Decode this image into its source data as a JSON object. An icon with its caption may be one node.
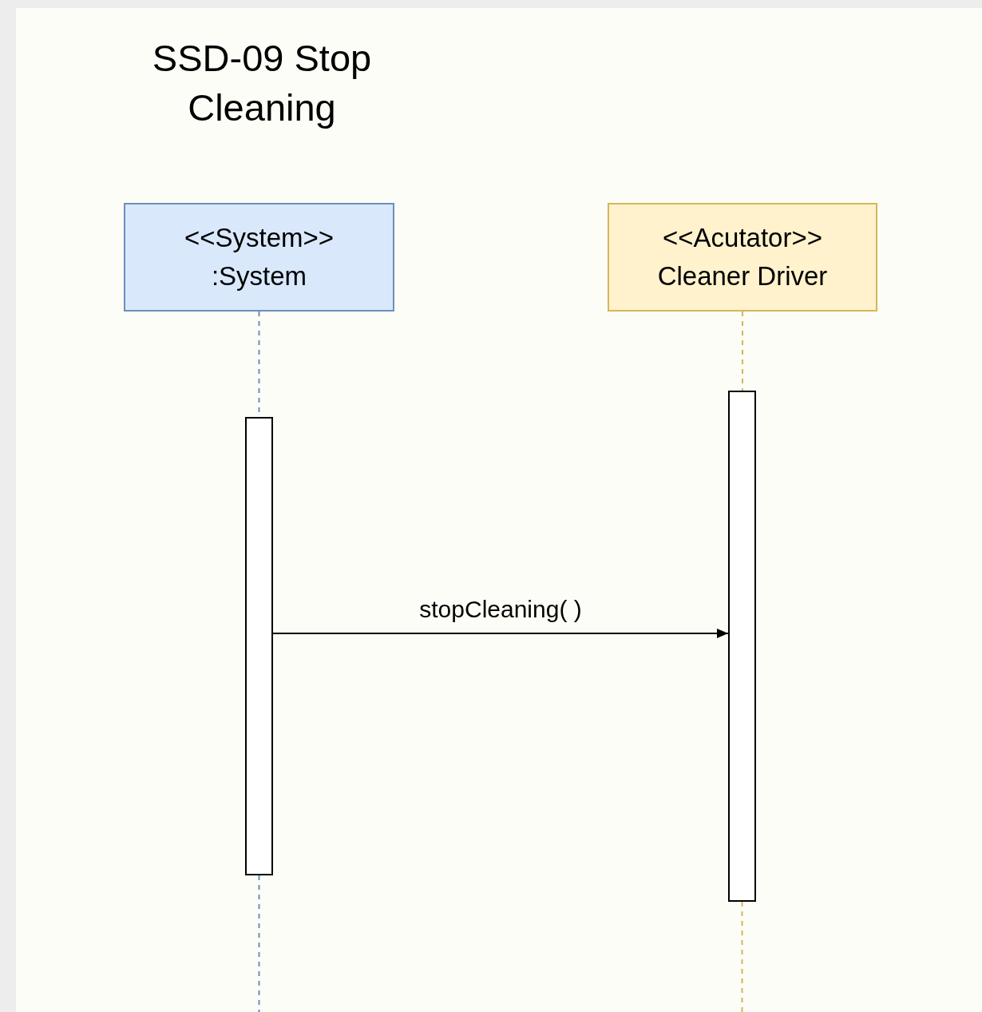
{
  "diagram": {
    "title": "SSD-09 Stop Cleaning",
    "nodes": [
      {
        "text": [
          "<<System>>",
          ":System"
        ]
      },
      {
        "text": [
          "<<Acutator>>",
          "Cleaner Driver"
        ]
      },
      {
        "text": [],
        "shape": "bar"
      },
      {
        "text": [],
        "shape": "bar"
      }
    ],
    "edges": [
      {
        "from": 0,
        "to": 2,
        "arrow": "none",
        "style": "dashed",
        "color": "#6c8ebf"
      },
      {
        "from": 2,
        "to": null,
        "arrow": "none",
        "style": "dashed",
        "color": "#6c8ebf"
      },
      {
        "from": 1,
        "to": 3,
        "arrow": "none",
        "style": "dashed",
        "color": "#d6b656"
      },
      {
        "from": 3,
        "to": null,
        "arrow": "none",
        "style": "dashed",
        "color": "#d6b656"
      },
      {
        "from": 2,
        "to": 3,
        "label": "stopCleaning( )",
        "arrow": "to",
        "color": "#000000"
      }
    ]
  }
}
